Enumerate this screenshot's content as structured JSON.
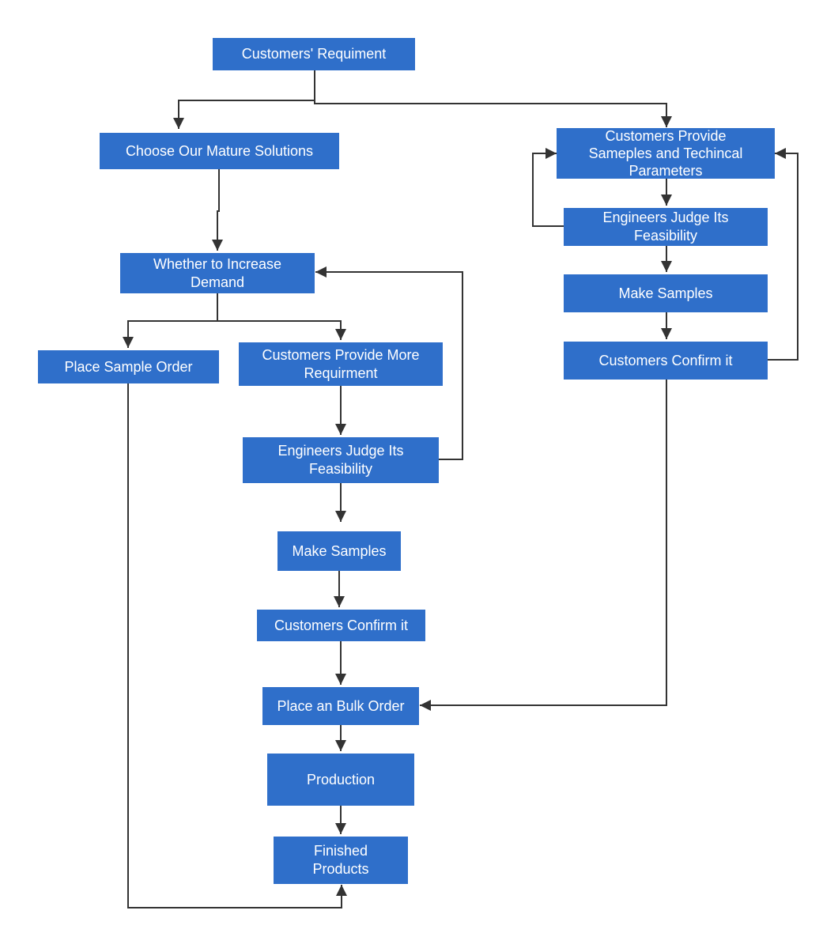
{
  "colors": {
    "node_fill": "#2f6fca",
    "node_text": "#ffffff",
    "connector": "#333333",
    "background": "#ffffff"
  },
  "nodes": {
    "customers_requirement": "Customers' Requiment",
    "choose_mature_solutions": "Choose Our Mature Solutions",
    "whether_increase_demand": "Whether to Increase Demand",
    "place_sample_order": "Place Sample Order",
    "customers_provide_more": "Customers Provide More Requirment",
    "engineers_judge_left": "Engineers Judge Its Feasibility",
    "make_samples_left": "Make Samples",
    "customers_confirm_left": "Customers Confirm it",
    "place_bulk_order": "Place an Bulk Order",
    "production": "Production",
    "finished_products": "Finished Products",
    "customers_provide_samples": "Customers Provide Sameples and Techincal Parameters",
    "engineers_judge_right": "Engineers Judge Its Feasibility",
    "make_samples_right": "Make Samples",
    "customers_confirm_right": "Customers Confirm it"
  }
}
